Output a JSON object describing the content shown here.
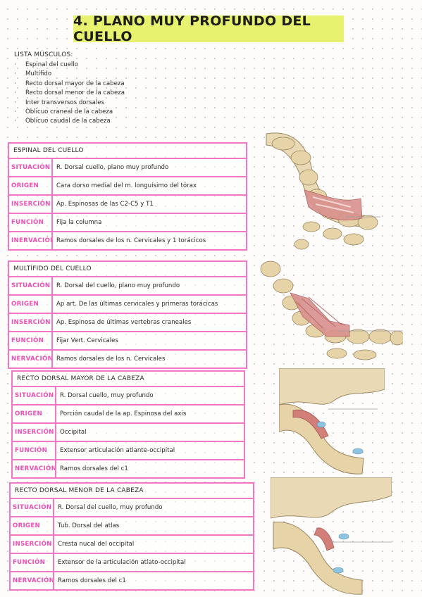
{
  "title": "4. PLANO MUY PROFUNDO DEL CUELLO",
  "list_heading": "LISTA MÚSCULOS:",
  "muscle_list": [
    "Espinal del cuello",
    "Multífido",
    "Recto dorsal mayor de la cabeza",
    "Recto dorsal menor de la cabeza",
    "Inter transversos dorsales",
    "Oblicuo craneal de la cabeza",
    "Oblicuo caudal de la cabeza"
  ],
  "bullet": "·",
  "colors": {
    "accent_pink": "#f477c5",
    "label_pink": "#ef4fb4",
    "title_bg": "#e7f36f"
  },
  "cards": [
    {
      "title": "ESPINAL DEL CUELLO",
      "rows": [
        {
          "label": "SITUACIÓN",
          "value": "R. Dorsal cuello, plano muy profundo"
        },
        {
          "label": "ORIGEN",
          "value": "Cara dorso medial del m. longuísimo del tórax"
        },
        {
          "label": "INSERCIÓN",
          "value": "Ap. Espinosas de las C2-C5 y T1"
        },
        {
          "label": "FUNCIÓN",
          "value": "Fija la columna"
        },
        {
          "label": "INERVACIÓN",
          "value": "Ramos dorsales de los n. Cervicales y 1 torácicos"
        }
      ]
    },
    {
      "title": "MULTÍFIDO DEL CUELLO",
      "rows": [
        {
          "label": "SITUACIÓN",
          "value": "R. Dorsal del cuello, plano muy profundo"
        },
        {
          "label": "ORIGEN",
          "value": "Ap art. De las últimas cervicales y primeras torácicas"
        },
        {
          "label": "INSERCIÓN",
          "value": "Ap. Espinosa de últimas vertebras craneales"
        },
        {
          "label": "FUNCIÓN",
          "value": "Fijar Vert. Cervicales"
        },
        {
          "label": "NERVACIÓN",
          "value": "Ramos dorsales de los n. Cervicales"
        }
      ]
    },
    {
      "title": "RECTO DORSAL MAYOR DE LA CABEZA",
      "rows": [
        {
          "label": "SITUACIÓN",
          "value": "R. Dorsal cuello, muy profundo"
        },
        {
          "label": "ORIGEN",
          "value": "Porción caudal de la ap. Espinosa del axis"
        },
        {
          "label": "INSERCIÓN",
          "value": "Occipital"
        },
        {
          "label": "FUNCIÓN",
          "value": "Extensor articulación atlante-occipital"
        },
        {
          "label": "NERVACIÓN",
          "value": "Ramos dorsales del c1"
        }
      ]
    },
    {
      "title": "RECTO DORSAL MENOR DE LA CABEZA",
      "rows": [
        {
          "label": "SITUACIÓN",
          "value": "R. Dorsal del cuello, muy profundo"
        },
        {
          "label": "ORIGEN",
          "value": "Tub. Dorsal del atlas"
        },
        {
          "label": "INSERCIÓN",
          "value": "Cresta nucal del occipital"
        },
        {
          "label": "FUNCIÓN",
          "value": "Extensor de la articulación atlato-occipital"
        },
        {
          "label": "NERVACIÓN",
          "value": "Ramos dorsales del c1"
        }
      ]
    }
  ]
}
